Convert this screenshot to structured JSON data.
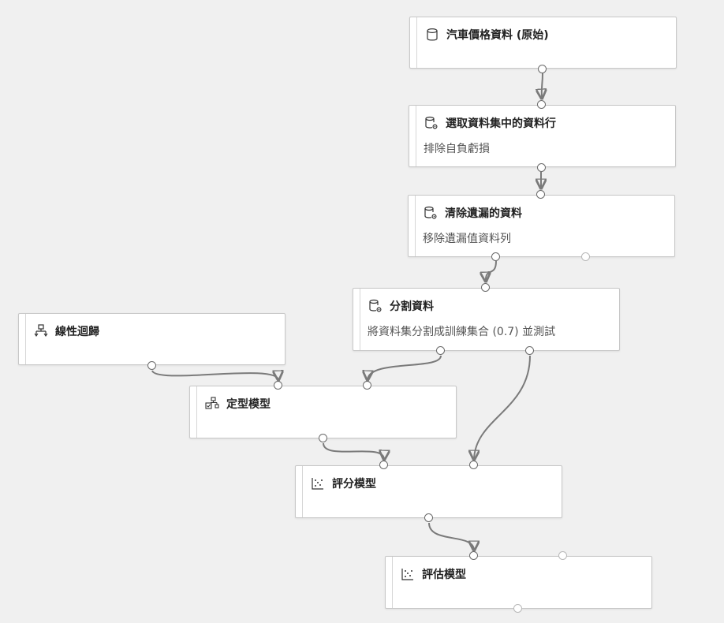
{
  "nodes": {
    "car_price_data": {
      "title": "汽車價格資料 (原始)",
      "icon": "database-icon"
    },
    "select_columns": {
      "title": "選取資料集中的資料行",
      "subtitle": "排除自負虧損",
      "icon": "dataset-settings-icon"
    },
    "clean_missing": {
      "title": "清除遺漏的資料",
      "subtitle": "移除遺漏值資料列",
      "icon": "dataset-settings-icon"
    },
    "split_data": {
      "title": "分割資料",
      "subtitle": "將資料集分割成訓練集合 (0.7) 並測試",
      "icon": "dataset-settings-icon"
    },
    "linear_regression": {
      "title": "線性迴歸",
      "icon": "hierarchy-icon"
    },
    "train_model": {
      "title": "定型模型",
      "icon": "train-model-icon"
    },
    "score_model": {
      "title": "評分模型",
      "icon": "scatter-plot-icon"
    },
    "evaluate_model": {
      "title": "評估模型",
      "icon": "scatter-plot-icon"
    }
  },
  "colors": {
    "edge": "#7a7a7a",
    "canvas": "#f0f0f0",
    "node": "#ffffff",
    "port": "#6a6a6a"
  }
}
